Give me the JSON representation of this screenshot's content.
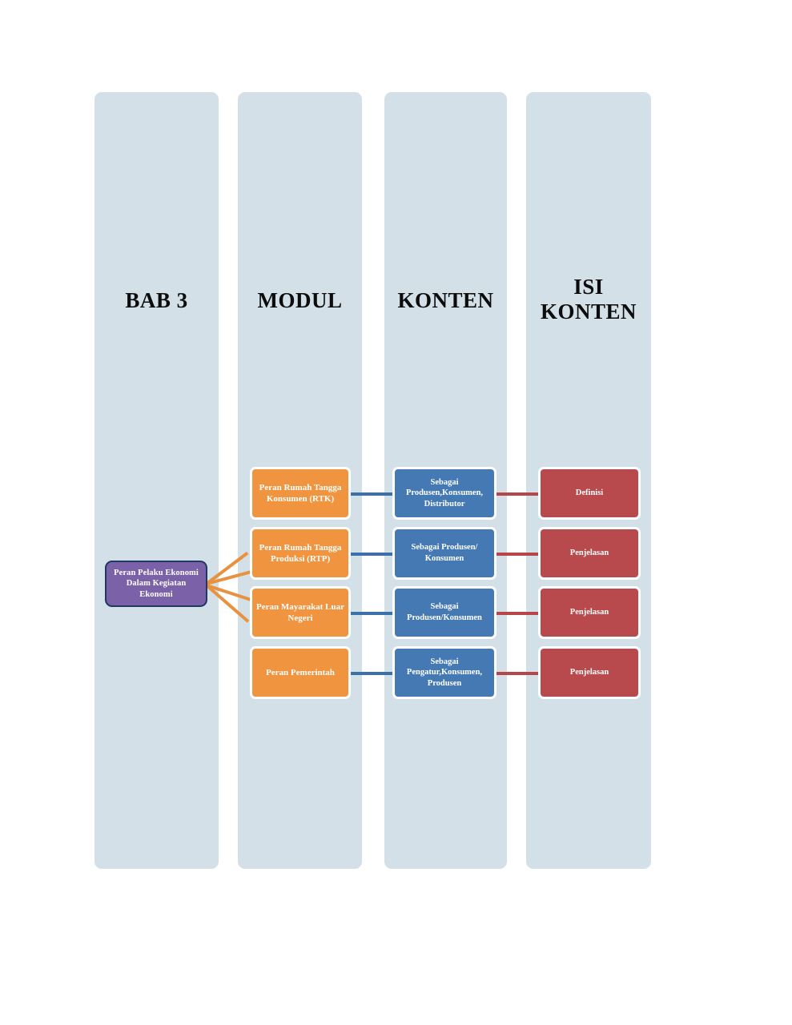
{
  "diagram": {
    "columns": [
      {
        "key": "bab",
        "title": "BAB 3"
      },
      {
        "key": "modul",
        "title": "MODUL"
      },
      {
        "key": "konten",
        "title": "KONTEN"
      },
      {
        "key": "isi_konten",
        "title": "ISI\nKONTEN"
      }
    ],
    "root": {
      "label": "Peran Pelaku Ekonomi Dalam Kegiatan Ekonomi",
      "color": "#7a61a8",
      "border_color": "#1f3864"
    },
    "rows": [
      {
        "modul": "Peran Rumah Tangga Konsumen (RTK)",
        "konten": "Sebagai Produsen,Konsumen, Distributor",
        "isi_konten": "Definisi"
      },
      {
        "modul": "Peran Rumah Tangga Produksi (RTP)",
        "konten": "Sebagai Produsen/ Konsumen",
        "isi_konten": "Penjelasan"
      },
      {
        "modul": "Peran  Mayarakat Luar Negeri",
        "konten": "Sebagai Produsen/Konsumen",
        "isi_konten": "Penjelasan"
      },
      {
        "modul": "Peran Pemerintah",
        "konten": "Sebagai Pengatur,Konsumen, Produsen",
        "isi_konten": "Penjelasan"
      }
    ],
    "colors": {
      "panel": "#d3e0e8",
      "modul": "#f0943f",
      "konten": "#4579b4",
      "isi_konten": "#b8494c",
      "connector_modul": "#e8913e",
      "connector_konten": "#3d6fa8",
      "connector_isi": "#b6464a",
      "background": "#ffffff",
      "title_text": "#0c0c0c",
      "node_text": "#ffffff"
    }
  }
}
